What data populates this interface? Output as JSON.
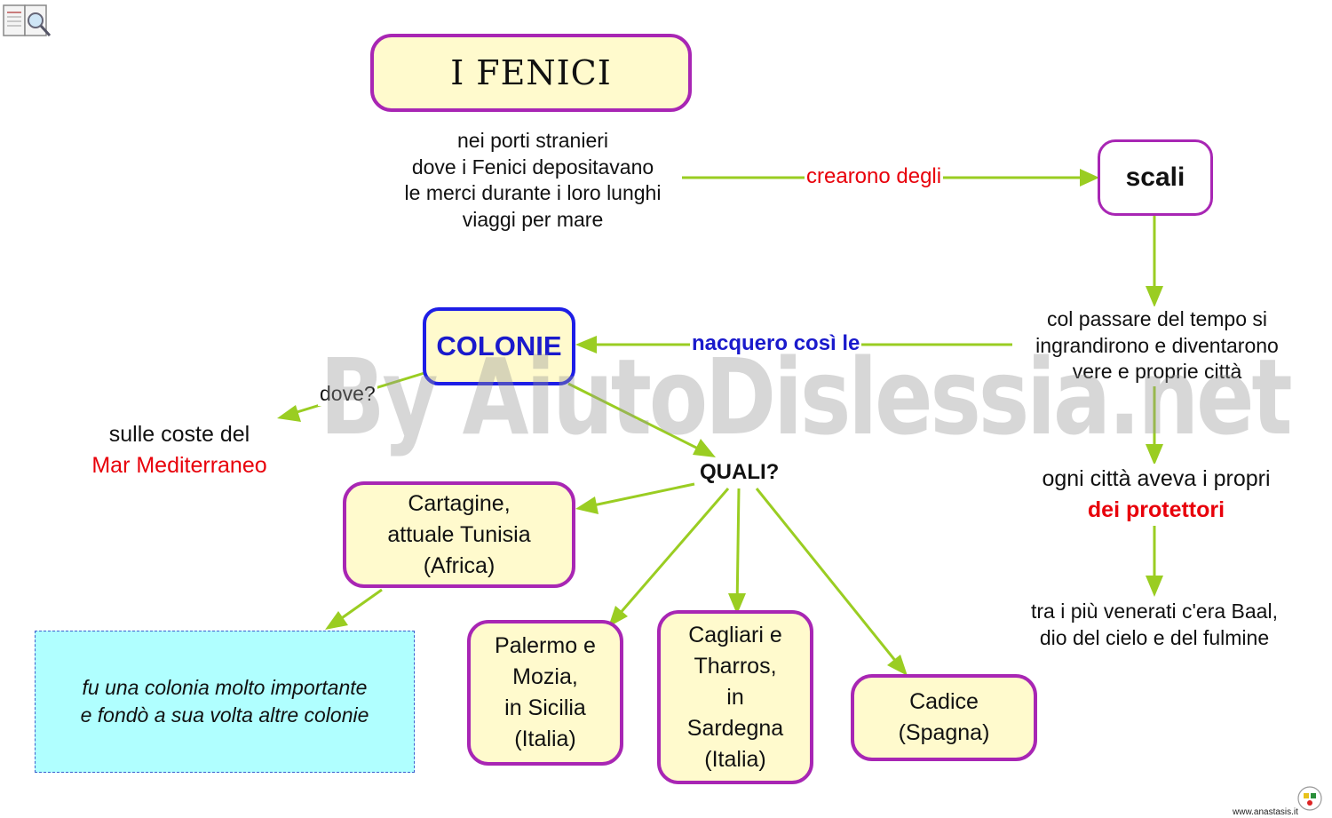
{
  "title": "I FENICI",
  "top_text": [
    "nei porti stranieri",
    "dove i Fenici depositavano",
    "le merci durante i loro lunghi",
    "viaggi per mare"
  ],
  "link_crearono": "crearono degli",
  "scali": "scali",
  "grew_text": [
    "col passare del tempo si",
    "ingrandirono e diventarono",
    "vere e proprie città"
  ],
  "link_nacquero": "nacquero così le",
  "colonie": "COLONIE",
  "dove": "dove?",
  "coste": [
    "sulle coste del",
    "Mar Mediterraneo"
  ],
  "quali": "QUALI?",
  "cartagine": [
    "Cartagine,",
    "attuale Tunisia",
    "(Africa)"
  ],
  "cartagine_note": [
    "fu una colonia molto importante",
    "e fondò a sua volta altre colonie"
  ],
  "palermo": [
    "Palermo e",
    "Mozia,",
    "in Sicilia",
    "(Italia)"
  ],
  "cagliari": [
    "Cagliari e",
    "Tharros,",
    "in",
    "Sardegna",
    "(Italia)"
  ],
  "cadice": [
    "Cadice",
    "(Spagna)"
  ],
  "citta": [
    "ogni città aveva i propri",
    "dei protettori"
  ],
  "baal": [
    "tra i più venerati c'era Baal,",
    "dio del cielo e del fulmine"
  ],
  "watermark": "By AiutoDislessia.net",
  "footer": "www.anastasis.it",
  "colors": {
    "arrow": "#9acd22",
    "box_border": "#a826b4",
    "box_fill": "#fffacd",
    "colonie_border": "#1e1ee6",
    "red": "#e8000a",
    "blue": "#1a1acc",
    "note_fill": "#b0ffff",
    "note_border": "#3a5fcd"
  }
}
